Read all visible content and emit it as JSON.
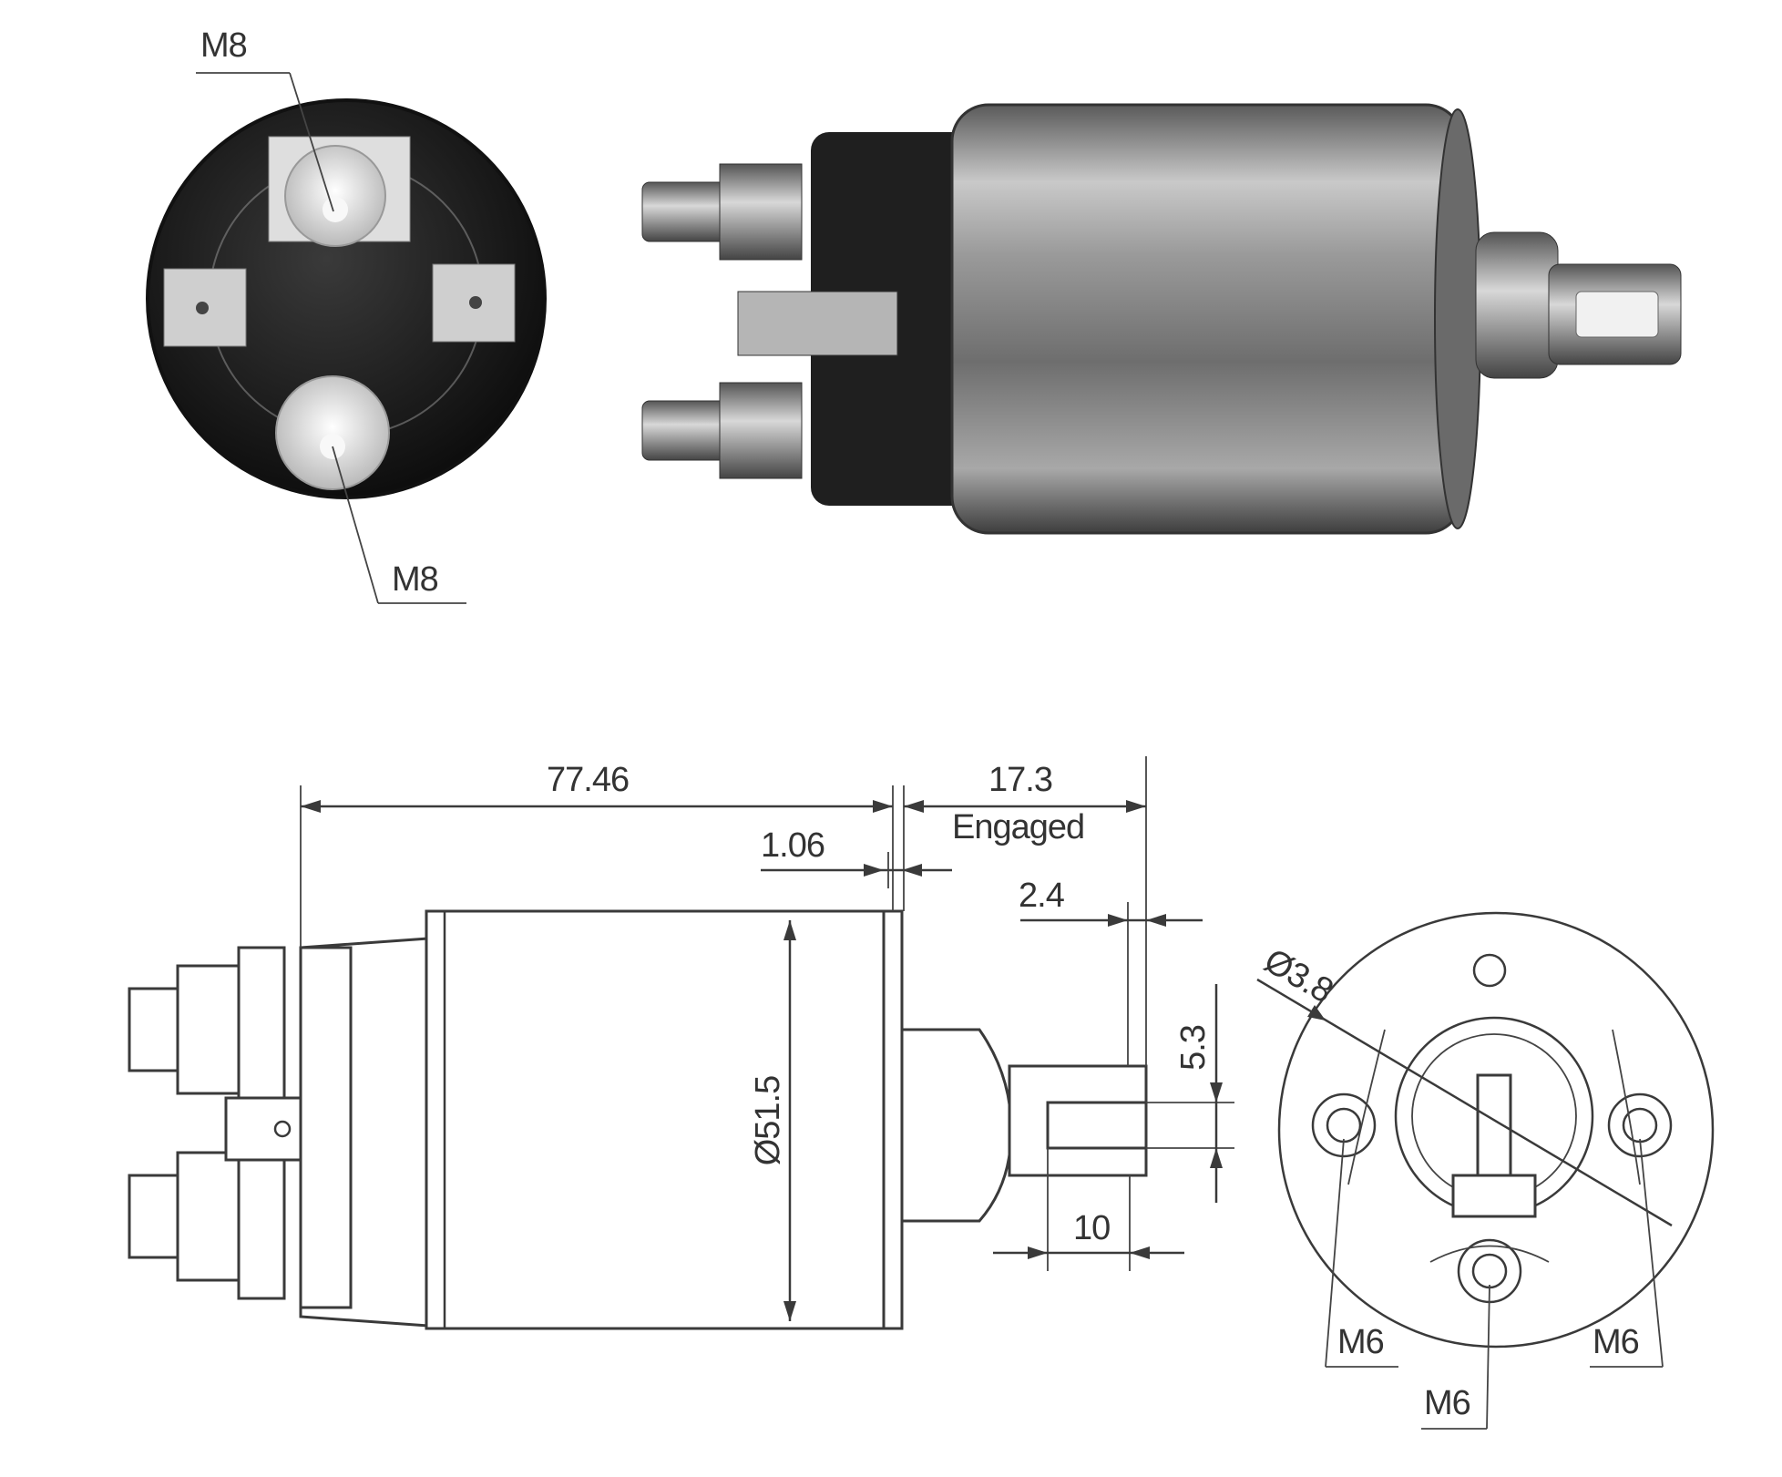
{
  "photo_labels": {
    "top_terminal": "M8",
    "bottom_terminal": "M8"
  },
  "dimensions": {
    "overall_length": "77.46",
    "plunger_travel": "17.3",
    "plunger_state": "Engaged",
    "flange_thickness": "1.06",
    "plunger_end_offset": "2.4",
    "slot_width": "5.3",
    "slot_depth": "10",
    "body_diameter": "Ø51.5",
    "hole_diameter": "Ø3.8"
  },
  "end_view_labels": {
    "left_stud": "M6",
    "right_stud": "M6",
    "bottom_stud": "M6"
  },
  "colors": {
    "line": "#3a3a3a",
    "photo_dark": "#1c1c1c",
    "photo_metal": "#8a8a8a"
  }
}
